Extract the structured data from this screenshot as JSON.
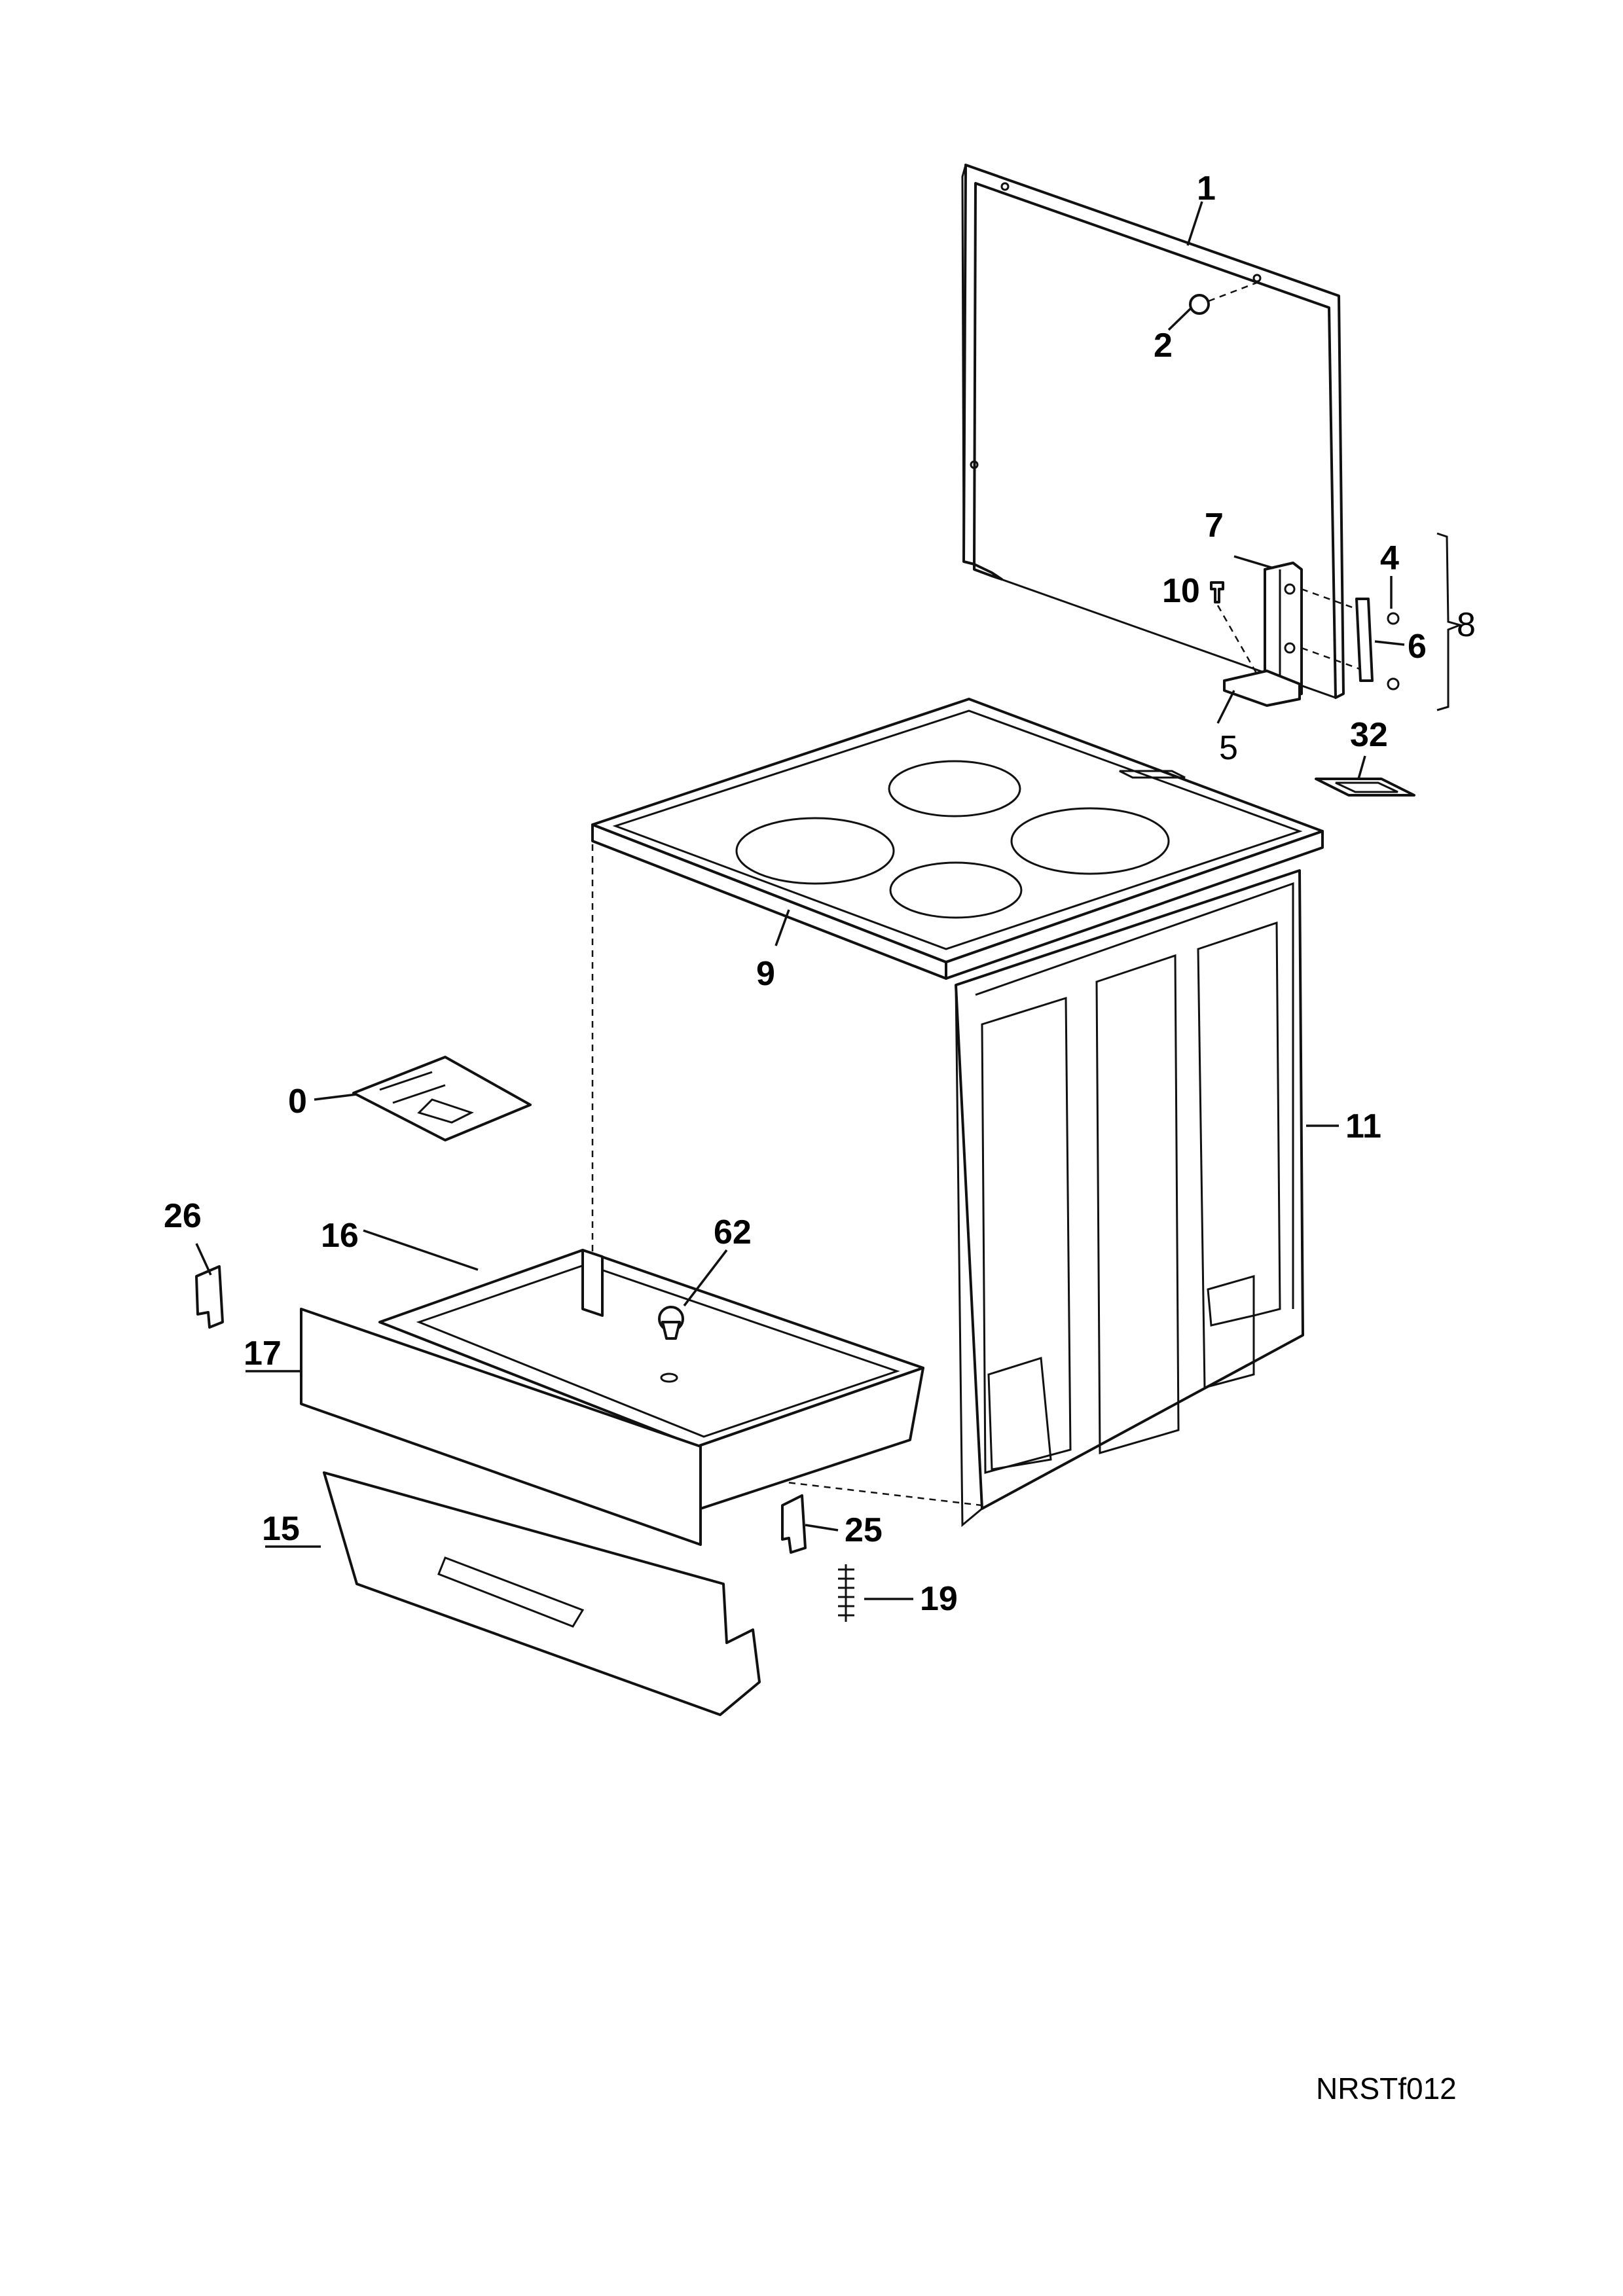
{
  "diagram": {
    "code": "NRSTf012",
    "labels": {
      "p0": "0",
      "p1": "1",
      "p2": "2",
      "p4": "4",
      "p5": "5",
      "p6": "6",
      "p7": "7",
      "p8": "8",
      "p9": "9",
      "p10": "10",
      "p11": "11",
      "p15": "15",
      "p16": "16",
      "p17": "17",
      "p19": "19",
      "p25": "25",
      "p26": "26",
      "p32": "32",
      "p62": "62"
    }
  }
}
